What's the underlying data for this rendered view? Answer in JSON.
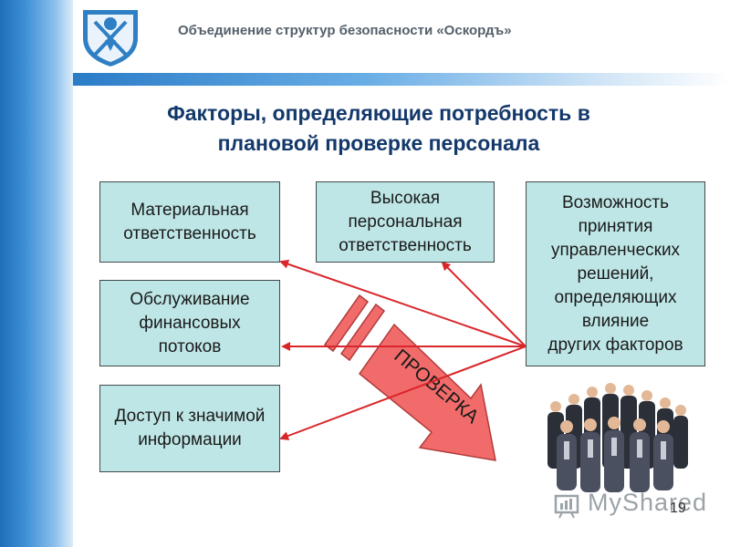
{
  "header": {
    "org_name": "Объединение структур безопасности «Оскордъ»"
  },
  "title": {
    "line1": "Факторы, определяющие потребность в",
    "line2": "плановой проверке персонала"
  },
  "boxes": {
    "material": [
      "Материальная",
      "ответственность"
    ],
    "personal": [
      "Высокая",
      "персональная",
      "ответственность"
    ],
    "decisions": [
      "Возможность",
      "принятия",
      "управленческих",
      "решений,",
      "определяющих",
      "влияние",
      "других факторов"
    ],
    "finance": [
      "Обслуживание",
      "финансовых",
      "потоков"
    ],
    "access": [
      "Доступ к значимой",
      "информации"
    ]
  },
  "big_arrow_label": "ПРОВЕРКА",
  "watermark": "MyShared",
  "slide_number": "19",
  "colors": {
    "box_fill": "#bfe6e6",
    "title": "#13386b",
    "arrow_red": "#d9262b",
    "big_arrow_fill": "#f26b6b"
  }
}
